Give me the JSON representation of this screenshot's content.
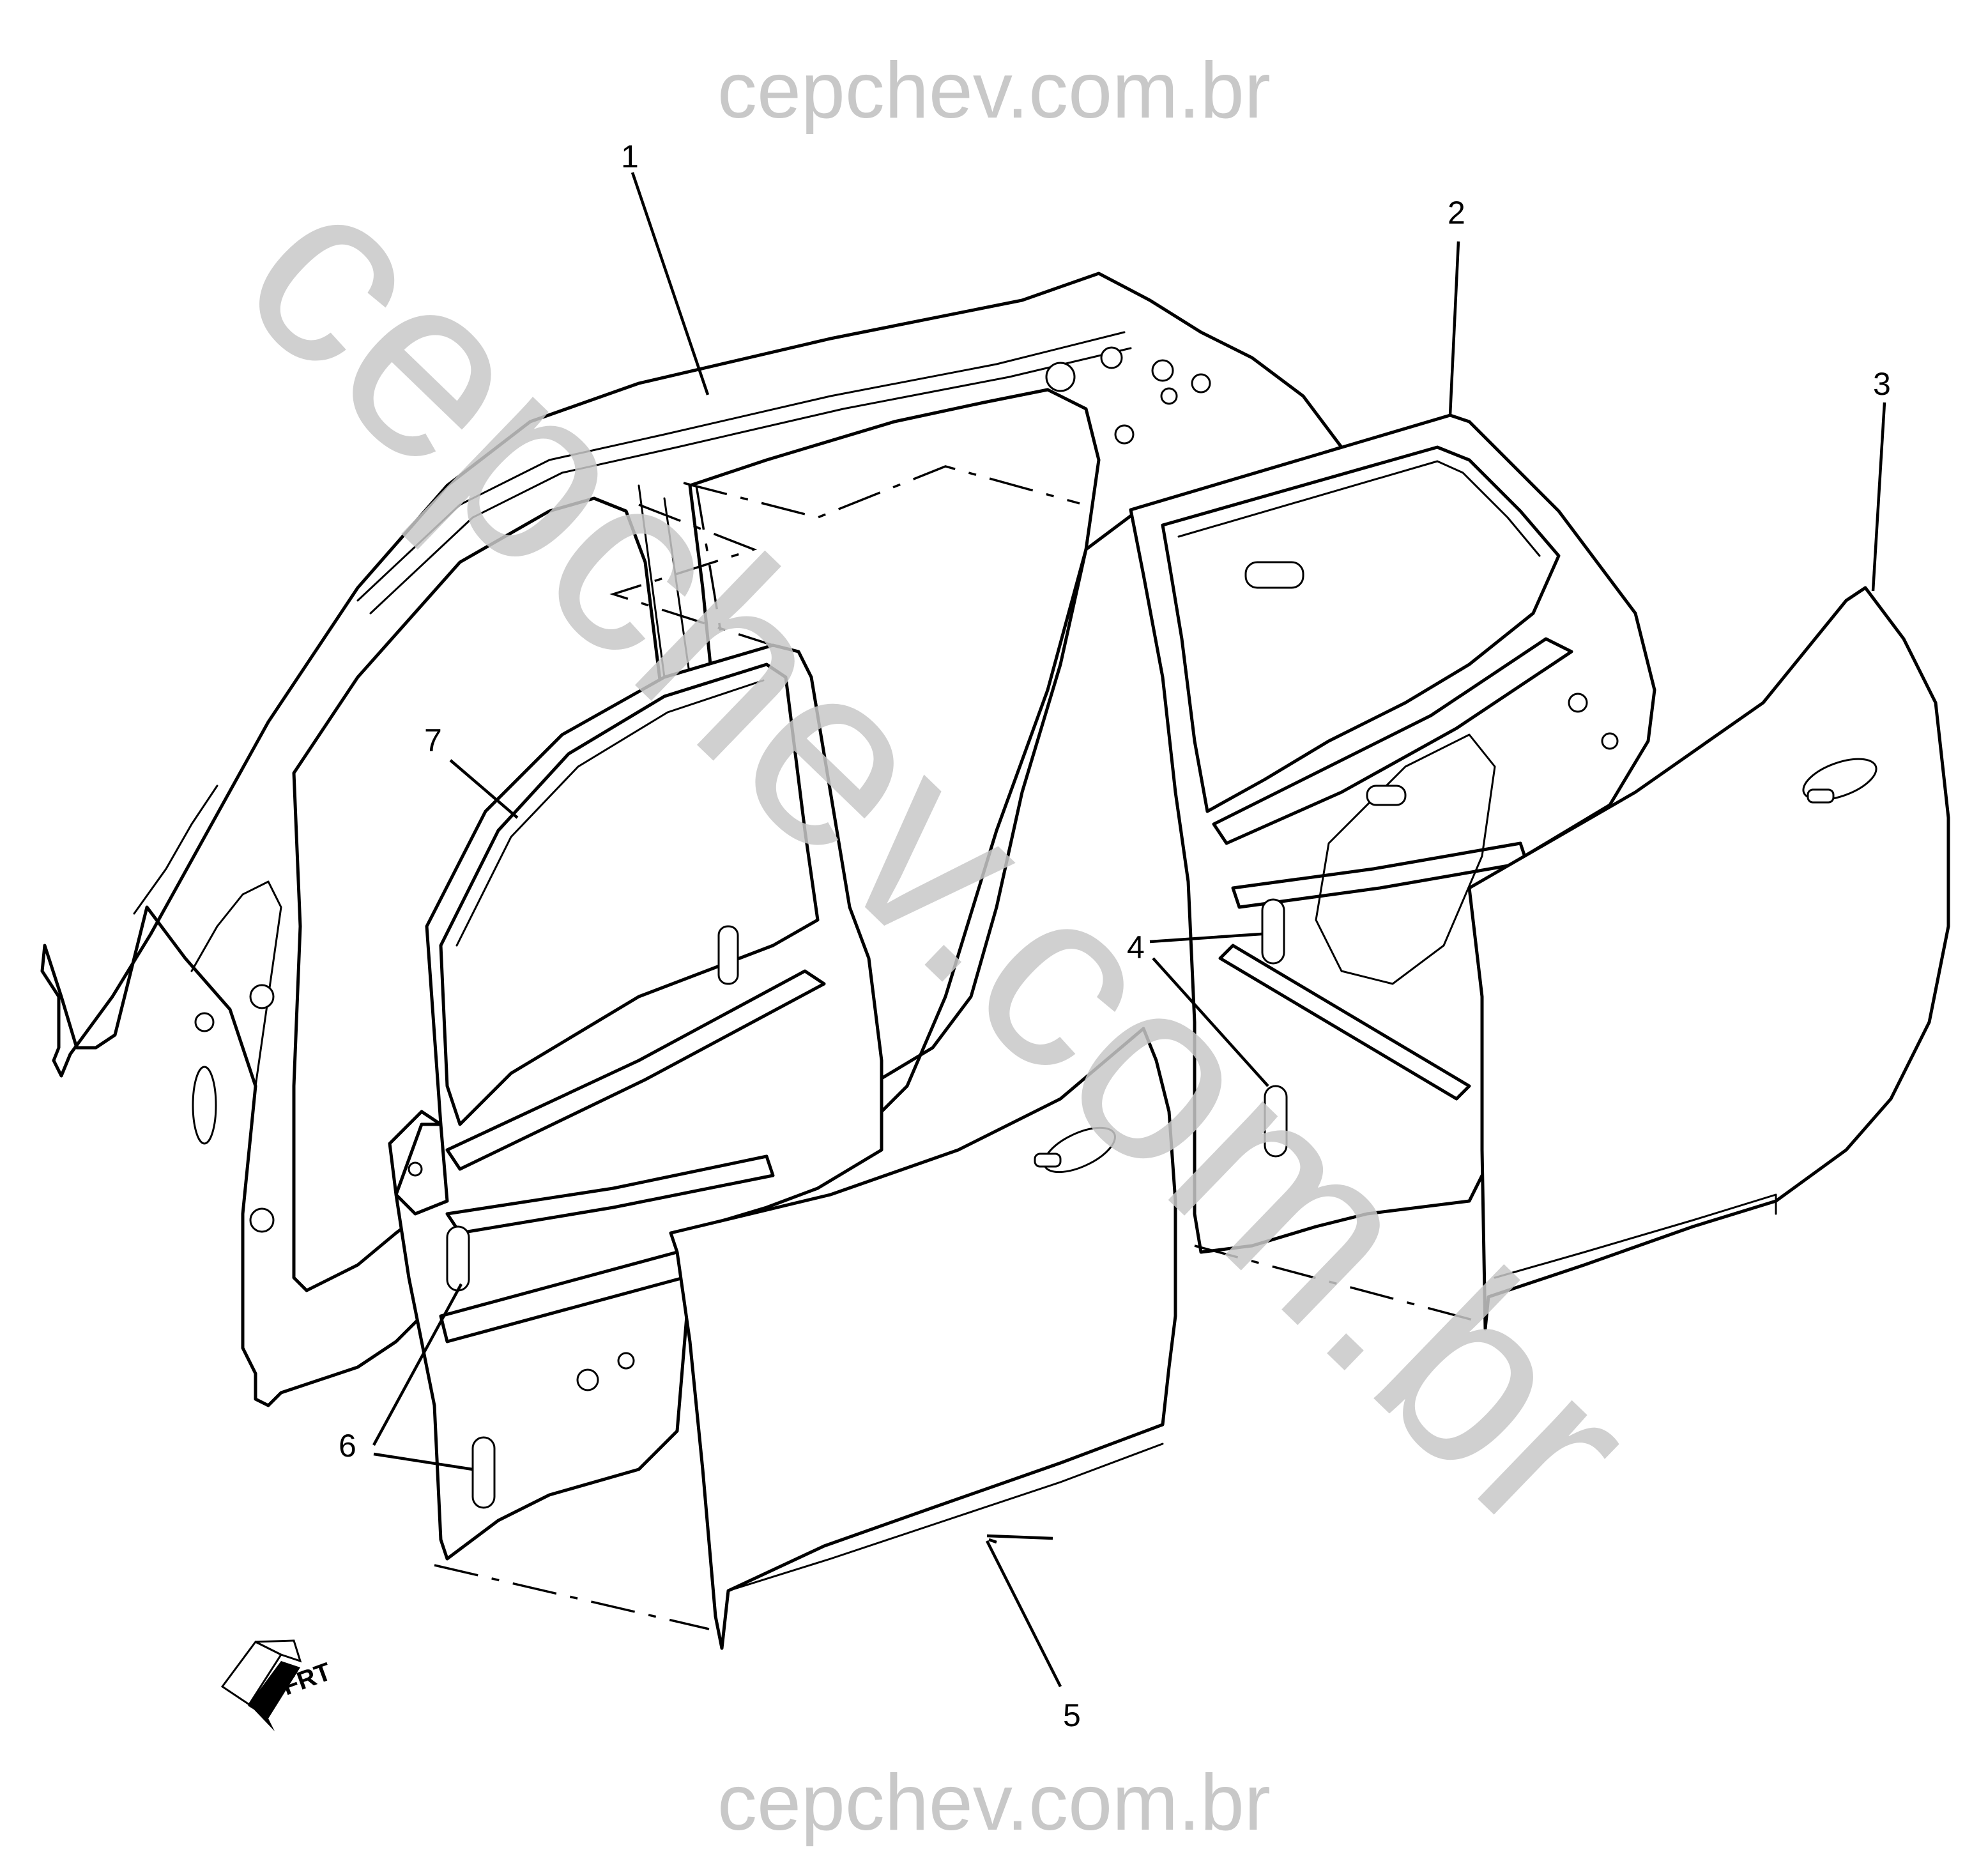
{
  "watermark": {
    "top": "cepchev.com.br",
    "bottom": "cepchev.com.br",
    "diagonal": "cepchev.com.br",
    "color": "#c8c8c8"
  },
  "callouts": [
    {
      "id": "1",
      "label": "1"
    },
    {
      "id": "2",
      "label": "2"
    },
    {
      "id": "3",
      "label": "3"
    },
    {
      "id": "4",
      "label": "4"
    },
    {
      "id": "5",
      "label": "5"
    },
    {
      "id": "6",
      "label": "6"
    },
    {
      "id": "7",
      "label": "7"
    }
  ],
  "front_indicator": {
    "label": "FRT",
    "icon": "front-arrow-icon"
  }
}
